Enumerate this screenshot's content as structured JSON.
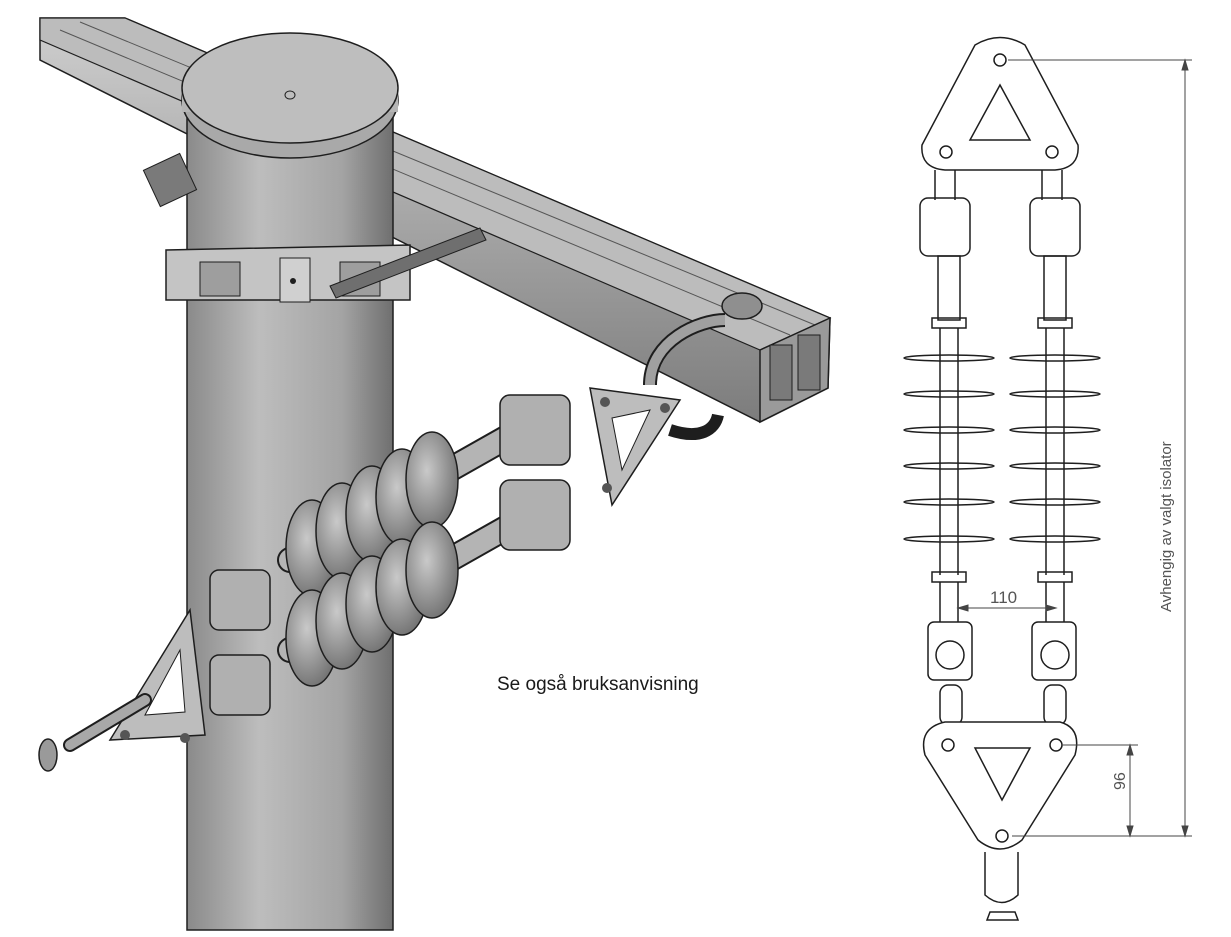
{
  "note": "Se også bruksanvisning",
  "dimensions": {
    "spacing": "110",
    "offset": "96",
    "height_note": "Avhengig av valgt isolator"
  },
  "colors": {
    "metal_light": "#d2d2d2",
    "metal_mid": "#a8a8a8",
    "metal_dark": "#6e6e6e",
    "outline": "#1e1e1e",
    "line": "#444444"
  }
}
